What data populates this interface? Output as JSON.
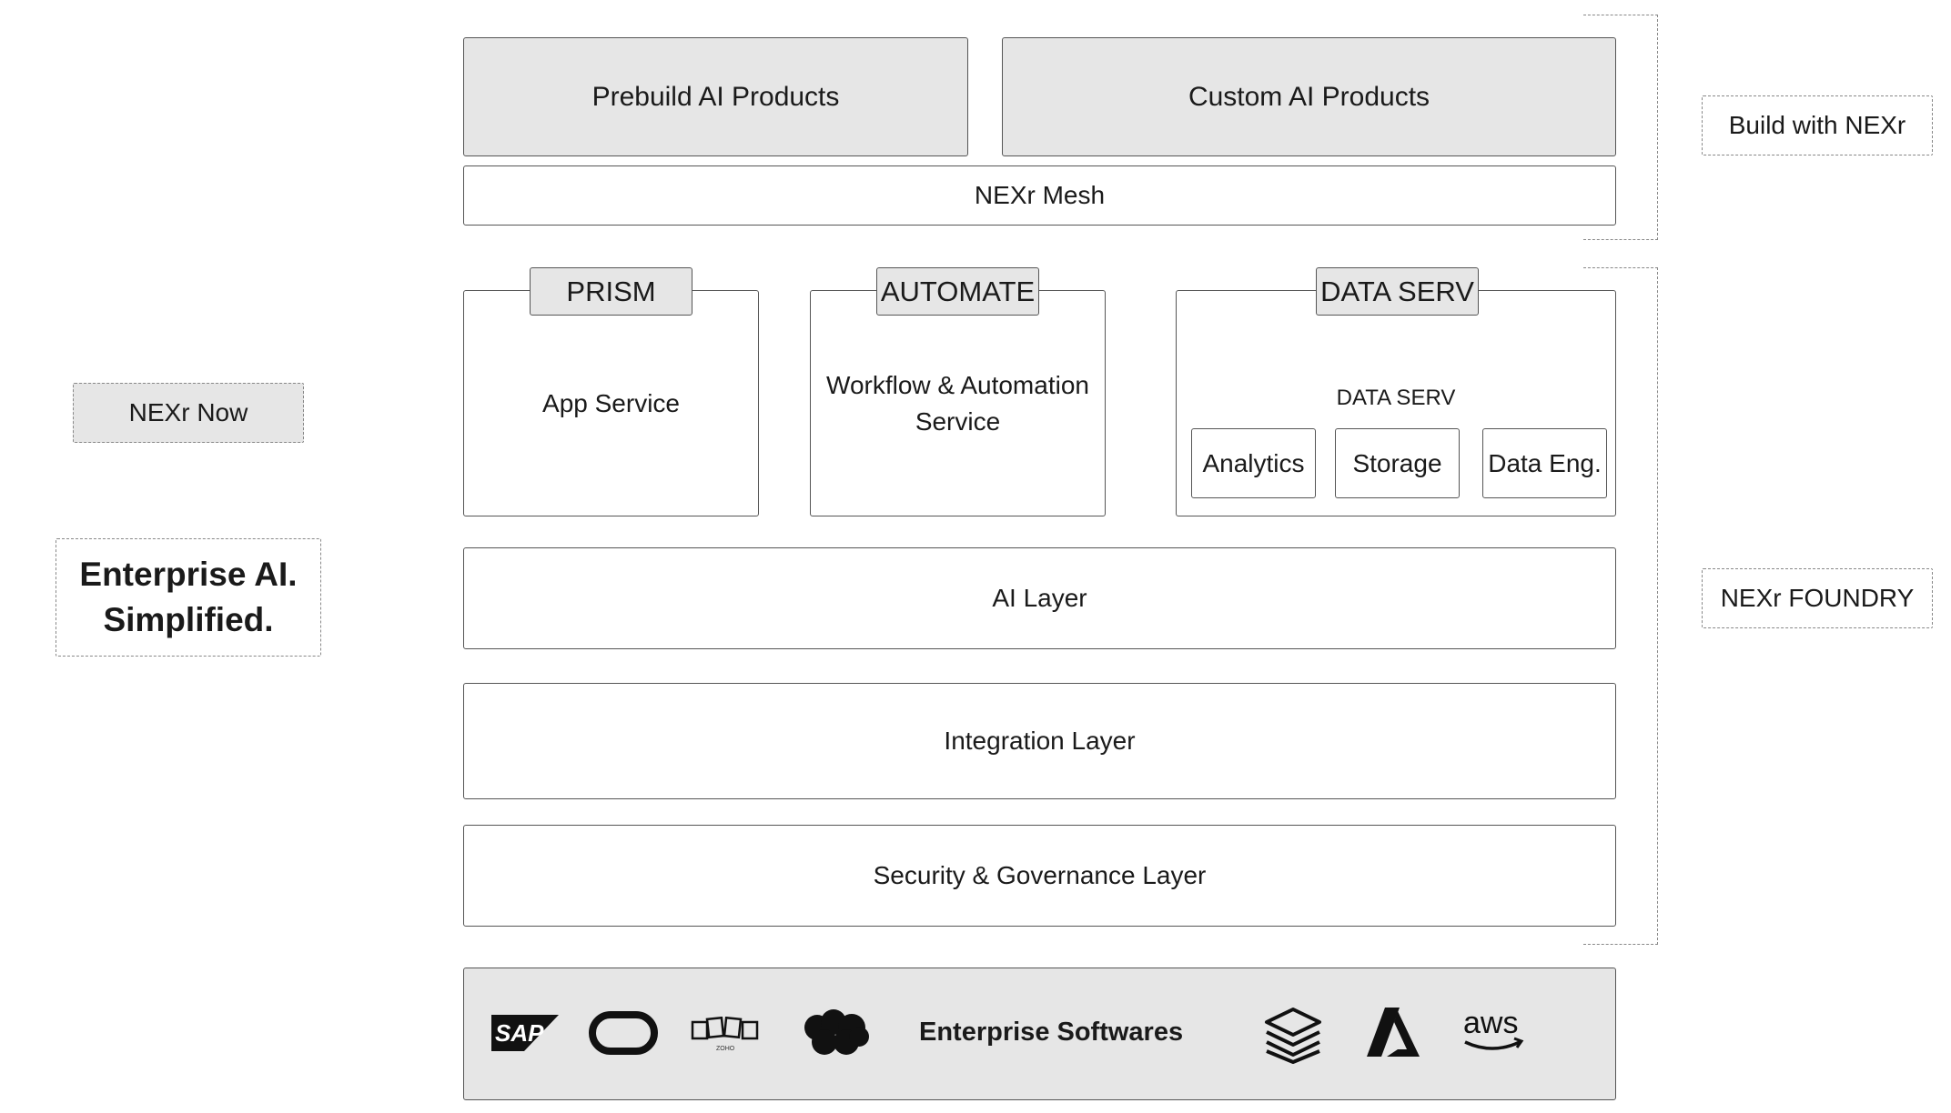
{
  "left": {
    "nexr_now": "NEXr Now",
    "tagline_line1": "Enterprise AI.",
    "tagline_line2": "Simplified."
  },
  "top": {
    "prebuild": "Prebuild AI Products",
    "custom": "Custom AI Products",
    "mesh": "NEXr Mesh"
  },
  "services": {
    "prism_tab": "PRISM",
    "prism_body": "App Service",
    "automate_tab": "AUTOMATE",
    "automate_body_line1": "Workflow & Automation",
    "automate_body_line2": "Service",
    "dataserv_tab": "DATA SERV",
    "dataserv_body": "DATA SERV",
    "dataserv_items": [
      "Analytics",
      "Storage",
      "Data Eng."
    ]
  },
  "layers": {
    "ai": "AI Layer",
    "integration": "Integration Layer",
    "security": "Security & Governance Layer"
  },
  "enterprise": {
    "label": "Enterprise Softwares",
    "logos": [
      "sap-logo",
      "oracle-logo",
      "zoho-logo",
      "salesforce-logo",
      "layers-logo",
      "azure-logo",
      "aws-logo"
    ],
    "sap_text": "SAP",
    "aws_text": "aws",
    "zoho_text": "ZOHO"
  },
  "right": {
    "build": "Build with NEXr",
    "foundry": "NEXr FOUNDRY"
  }
}
